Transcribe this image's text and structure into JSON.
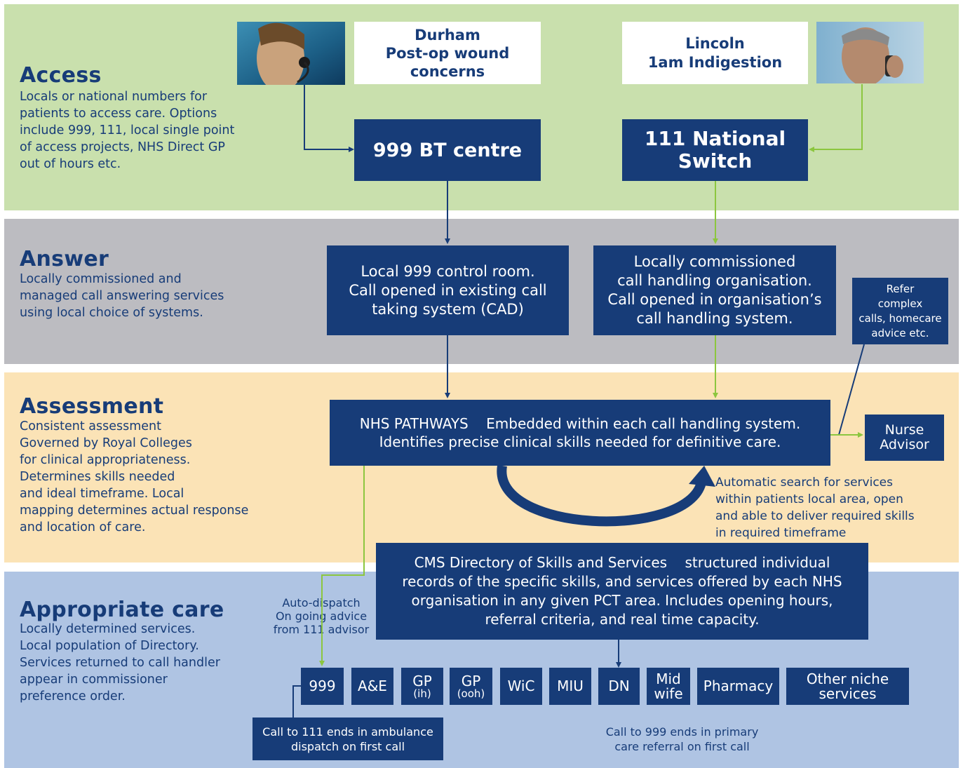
{
  "sections": {
    "access": {
      "title": "Access",
      "desc": [
        "Locals or national numbers for",
        "patients to access care. Options",
        "include 999, 111, local single point",
        "of access projects, NHS Direct GP",
        "out of hours etc."
      ]
    },
    "answer": {
      "title": "Answer",
      "desc": [
        "Locally commissioned and",
        "managed call answering services",
        "using local choice of systems."
      ]
    },
    "assessment": {
      "title": "Assessment",
      "desc": [
        "Consistent assessment",
        "Governed by Royal Colleges",
        "for clinical appropriateness.",
        "Determines skills needed",
        "and ideal timeframe. Local",
        "mapping determines actual response",
        "and location of care."
      ]
    },
    "care": {
      "title": "Appropriate care",
      "desc": [
        "Locally determined services.",
        "Local population of Directory.",
        "Services returned to call handler",
        "appear in commissioner",
        "preference order."
      ]
    }
  },
  "cases": {
    "durham": [
      "Durham",
      "Post-op wound",
      "concerns"
    ],
    "lincoln": [
      "Lincoln",
      "1am Indigestion"
    ]
  },
  "nodes": {
    "bt999": "999 BT centre",
    "switch111": [
      "111 National",
      "Switch"
    ],
    "control999": [
      "Local 999 control room.",
      "Call opened in existing call",
      "taking system (CAD)"
    ],
    "callhandling": [
      "Locally commissioned",
      "call handling organisation.",
      "Call opened in organisation’s",
      "call handling system."
    ],
    "refer": [
      "Refer",
      "complex",
      "calls, homecare",
      "advice etc."
    ],
    "pathways": [
      "NHS PATHWAYS    Embedded within each call handling system.",
      "Identifies precise clinical skills needed for definitive care."
    ],
    "nurse": [
      "Nurse",
      "Advisor"
    ],
    "directory": [
      "CMS Directory of Skills and Services    structured individual",
      "records of the specific skills, and services offered by each NHS",
      "organisation in any given PCT area. Includes opening hours,",
      "referral criteria, and real time capacity."
    ]
  },
  "notes": {
    "autosearch": [
      "Automatic search for services",
      "within patients local area, open",
      "and able to deliver required skills",
      "in required timeframe"
    ],
    "autodispatch": [
      "Auto-dispatch",
      "On going advice",
      "from 111 advisor"
    ],
    "end111": [
      "Call to 111 ends in ambulance",
      "dispatch on first call"
    ],
    "end999": [
      "Call to 999 ends in primary",
      "care referral on first call"
    ]
  },
  "services": [
    {
      "label": "999",
      "sub": ""
    },
    {
      "label": "A&E",
      "sub": ""
    },
    {
      "label": "GP",
      "sub": "(ih)"
    },
    {
      "label": "GP",
      "sub": "(ooh)"
    },
    {
      "label": "WiC",
      "sub": ""
    },
    {
      "label": "MIU",
      "sub": ""
    },
    {
      "label": "DN",
      "sub": ""
    },
    {
      "label": "Mid",
      "sub": "wife"
    },
    {
      "label": "Pharmacy",
      "sub": ""
    },
    {
      "label": "Other niche",
      "sub": "services"
    }
  ],
  "colors": {
    "navy": "#173c78",
    "green_arrow": "#8cc63f",
    "access_band": "#c9e0ad",
    "answer_band": "#bcbcc1",
    "assessment_band": "#fbe3b6",
    "care_band": "#afc4e3"
  },
  "icons": [
    "headset-photo",
    "phone-call-photo"
  ]
}
